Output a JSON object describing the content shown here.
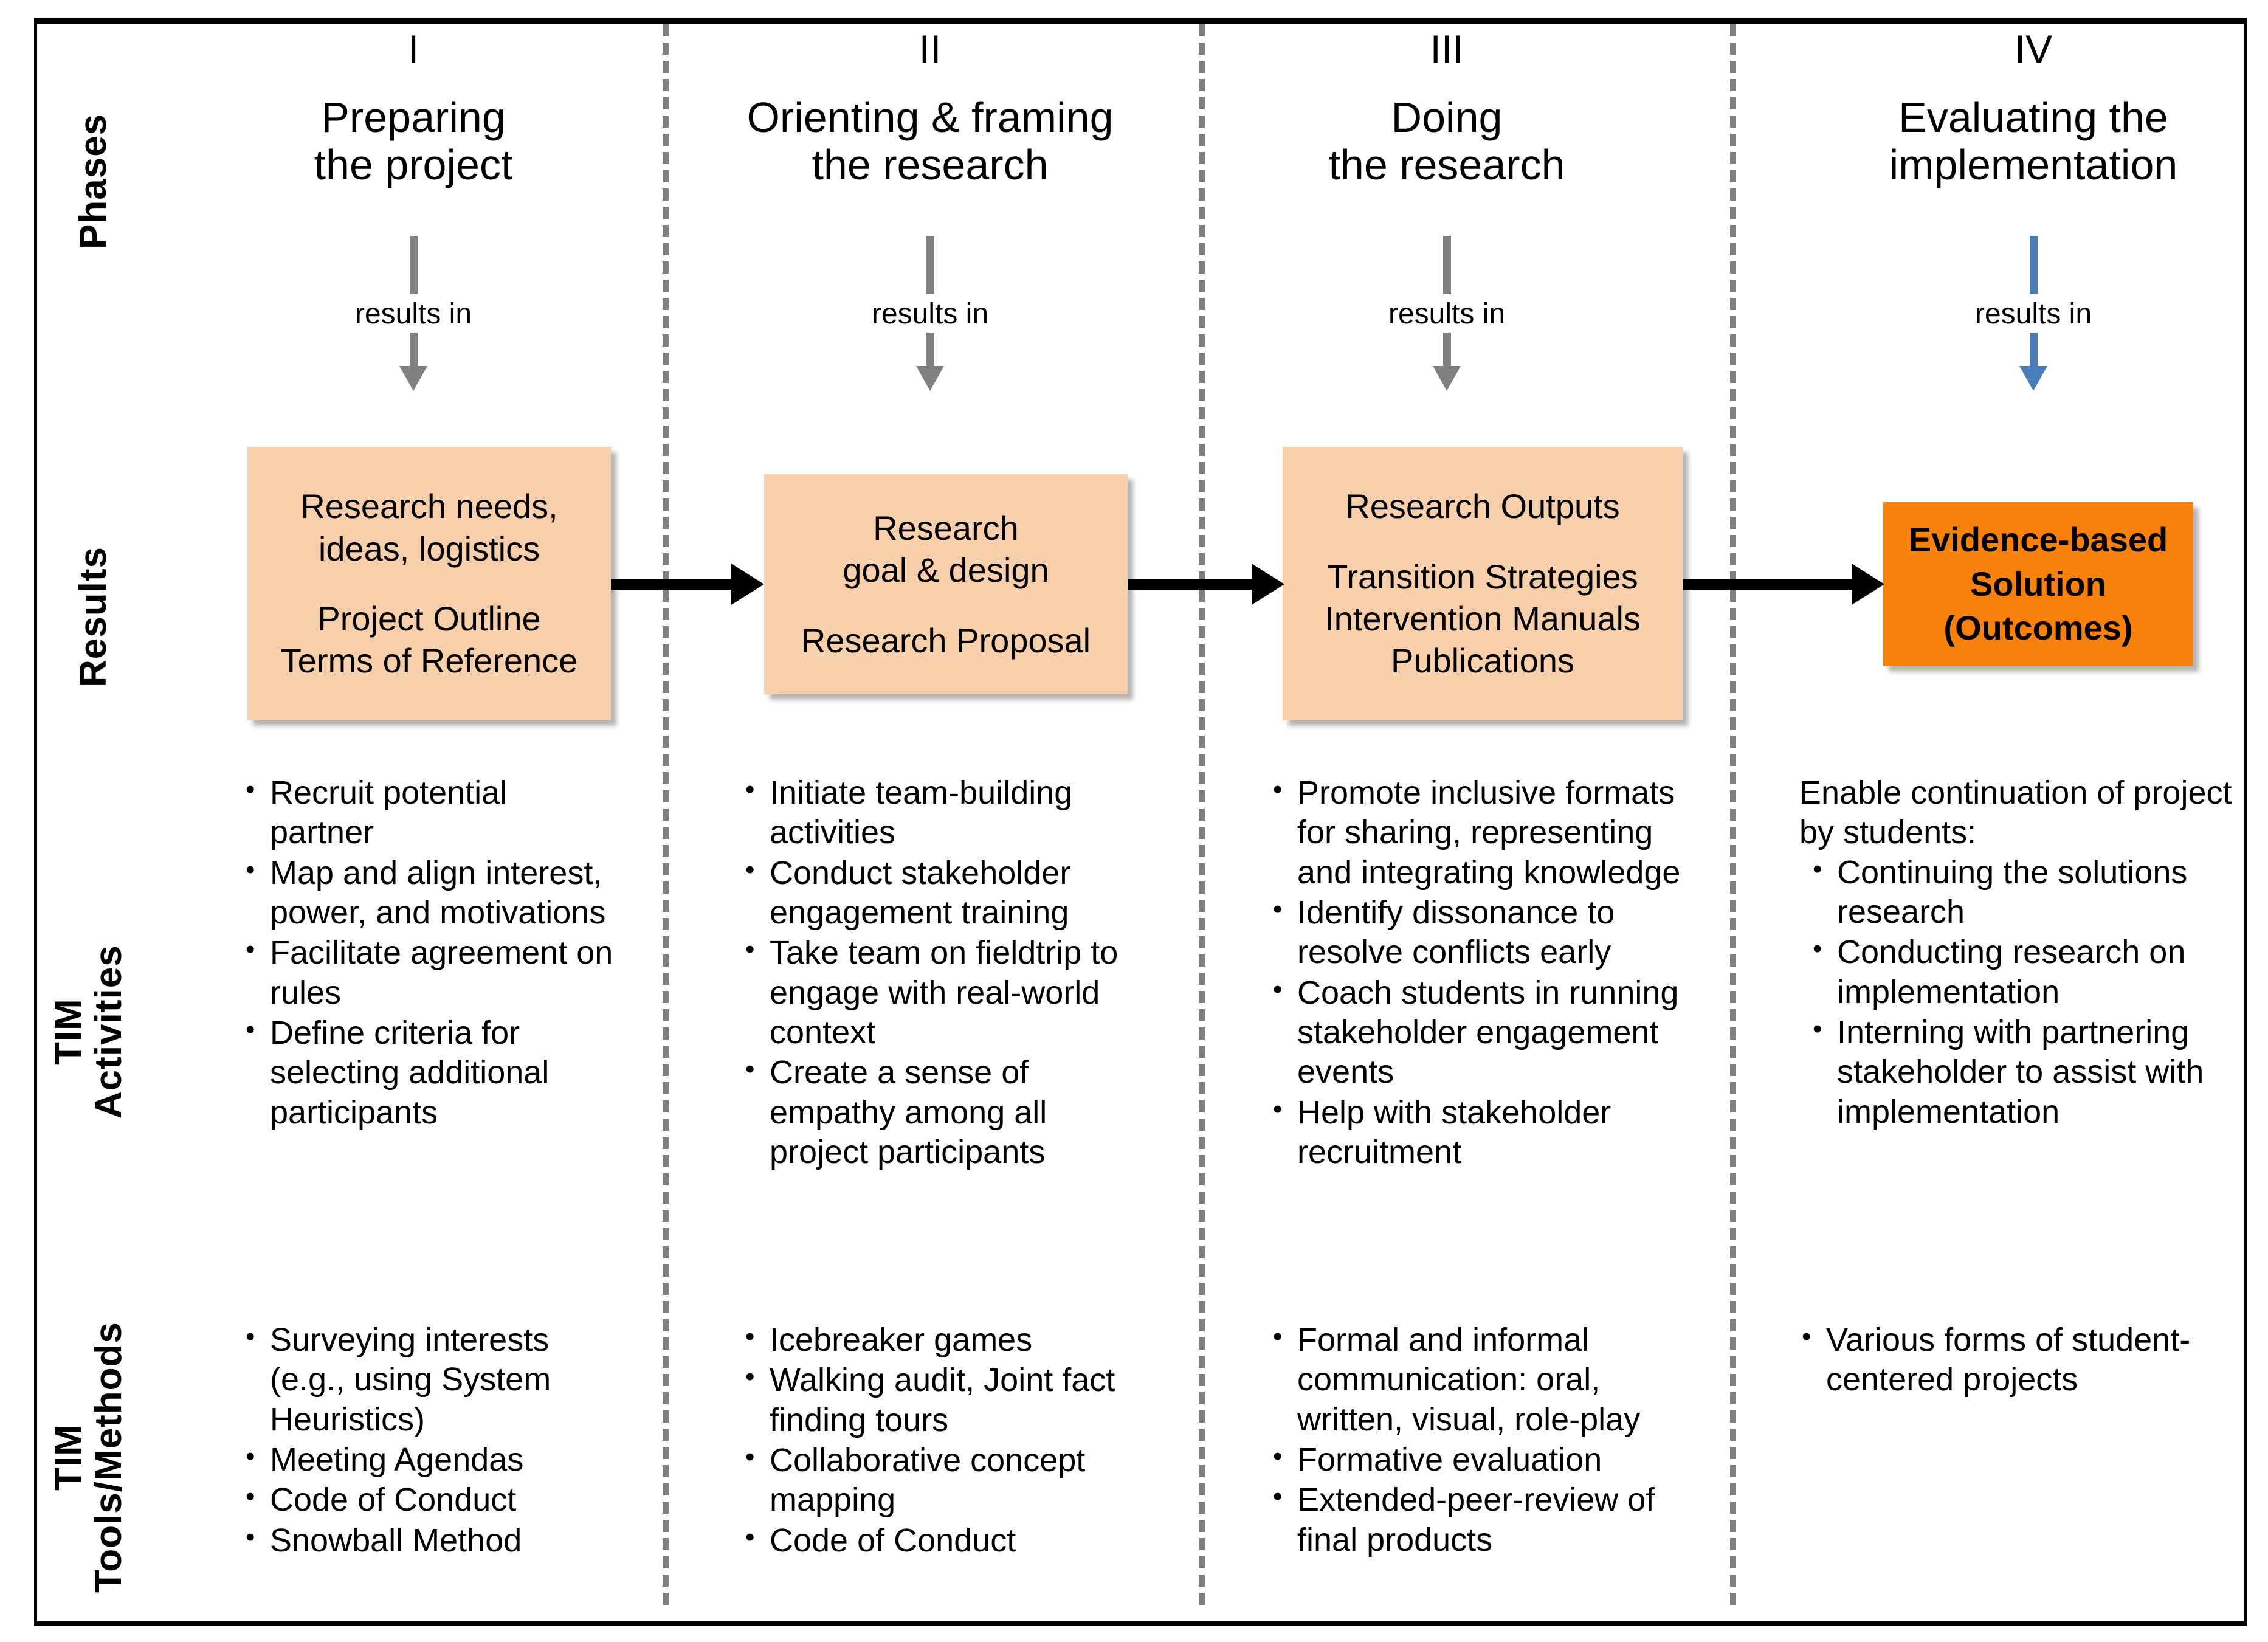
{
  "row_labels": {
    "phases": "Phases",
    "results": "Results",
    "activities_line1": "TIM",
    "activities_line2": "Activities",
    "tools_line1": "TIM",
    "tools_line2": "Tools/Methods"
  },
  "connector_text": "results in",
  "colors": {
    "result_box": "#F8CFAB",
    "highlight_box": "#F7810A",
    "separator": "#7F7F7F",
    "gray_arrow": "#808080",
    "blue_arrow": "#4A7EBB",
    "flow_arrow": "#000000"
  },
  "columns": [
    {
      "numeral": "I",
      "phase_title_line1": "Preparing",
      "phase_title_line2": "the project",
      "result_lines_top": [
        "Research needs,",
        "ideas, logistics"
      ],
      "result_lines_bottom": [
        "Project Outline",
        "Terms of Reference"
      ],
      "result_highlight": false,
      "activities_lead": "",
      "activities": [
        "Recruit potential partner",
        "Map and align interest, power, and motivations",
        "Facilitate agreement on rules",
        "Define criteria for selecting additional participants"
      ],
      "tools": [
        "Surveying interests (e.g., using System Heuristics)",
        "Meeting Agendas",
        "Code of Conduct",
        "Snowball Method"
      ]
    },
    {
      "numeral": "II",
      "phase_title_line1": "Orienting & framing",
      "phase_title_line2": "the research",
      "result_lines_top": [
        "Research",
        "goal & design"
      ],
      "result_lines_bottom": [
        "Research Proposal"
      ],
      "result_highlight": false,
      "activities_lead": "",
      "activities": [
        "Initiate team-building activities",
        "Conduct stakeholder engagement training",
        "Take team on fieldtrip to engage with real-world context",
        "Create a sense of empathy among all project participants"
      ],
      "tools": [
        "Icebreaker games",
        "Walking audit, Joint fact finding tours",
        "Collaborative concept mapping",
        "Code of Conduct"
      ]
    },
    {
      "numeral": "III",
      "phase_title_line1": "Doing",
      "phase_title_line2": "the research",
      "result_lines_top": [
        "Research Outputs"
      ],
      "result_lines_bottom": [
        "Transition Strategies",
        "Intervention Manuals",
        "Publications"
      ],
      "result_highlight": false,
      "activities_lead": "",
      "activities": [
        "Promote inclusive formats for sharing, representing and integrating knowledge",
        "Identify dissonance to resolve conflicts early",
        "Coach students in running stakeholder engagement events",
        "Help with stakeholder recruitment"
      ],
      "tools": [
        "Formal and informal communication: oral, written, visual, role-play",
        "Formative evaluation",
        "Extended-peer-review of final products"
      ]
    },
    {
      "numeral": "IV",
      "phase_title_line1": "Evaluating the",
      "phase_title_line2": "implementation",
      "result_lines_top": [
        "Evidence-based",
        "Solution",
        "(Outcomes)"
      ],
      "result_lines_bottom": [],
      "result_highlight": true,
      "activities_lead": "Enable continuation of project by students:",
      "activities": [
        "Continuing the solutions research",
        "Conducting research on implementation",
        "Interning with partnering stakeholder to assist with implementation"
      ],
      "tools": [
        "Various forms of student-centered projects"
      ]
    }
  ]
}
